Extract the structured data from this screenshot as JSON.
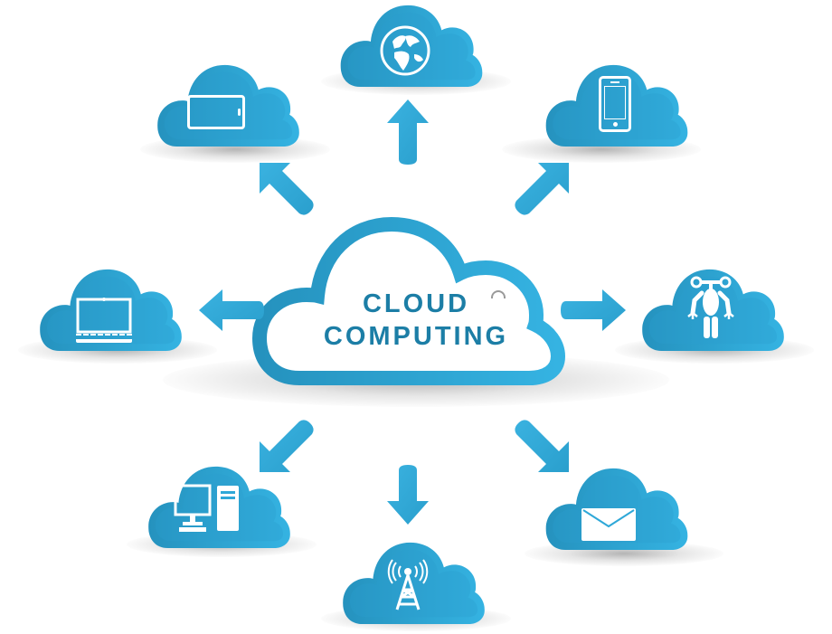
{
  "diagram": {
    "title_line1": "CLOUD",
    "title_line2": "COMPUTING",
    "colors": {
      "cloud_fill": "#2fa8d8",
      "cloud_fill_dark": "#2592be",
      "arrow_fill": "#36addb",
      "title_text": "#1c7ea6",
      "center_fill": "#ffffff",
      "icon": "#ffffff"
    },
    "center_node": {
      "label": "CLOUD COMPUTING",
      "shape": "cloud-outline"
    },
    "nodes": [
      {
        "id": "tablet",
        "icon": "tablet-icon",
        "position": "top-left",
        "arrow": "up-left"
      },
      {
        "id": "globe",
        "icon": "globe-icon",
        "position": "top",
        "arrow": "up"
      },
      {
        "id": "smartphone",
        "icon": "smartphone-icon",
        "position": "top-right",
        "arrow": "up-right"
      },
      {
        "id": "laptop",
        "icon": "laptop-icon",
        "position": "left",
        "arrow": "left"
      },
      {
        "id": "robot",
        "icon": "robot-icon",
        "position": "right",
        "arrow": "right"
      },
      {
        "id": "desktop",
        "icon": "desktop-computer-icon",
        "position": "bottom-left",
        "arrow": "down-left"
      },
      {
        "id": "antenna",
        "icon": "radio-tower-icon",
        "position": "bottom",
        "arrow": "down"
      },
      {
        "id": "email",
        "icon": "envelope-icon",
        "position": "bottom-right",
        "arrow": "down-right"
      }
    ]
  }
}
